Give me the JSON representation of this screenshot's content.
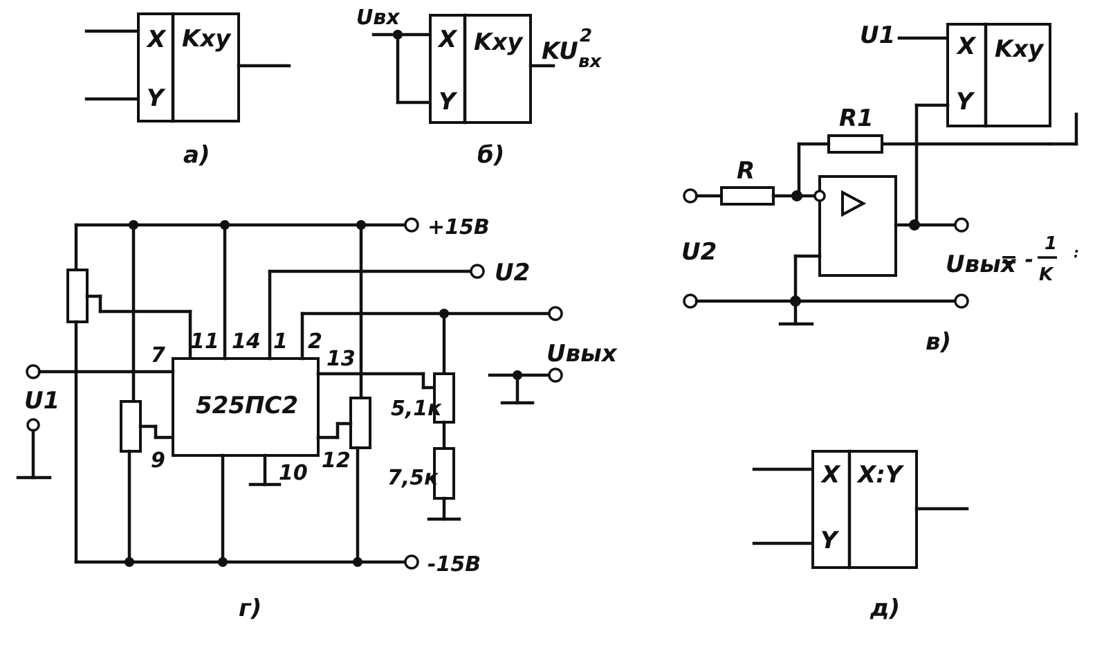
{
  "diagrams": {
    "a": {
      "caption": "а)",
      "input_x": "X",
      "input_y": "Y",
      "function": "Kxy"
    },
    "b": {
      "caption": "б)",
      "input_label": "Uвх",
      "input_x": "X",
      "input_y": "Y",
      "function": "Kxy",
      "output_main": "KU",
      "output_sup": "2",
      "output_sub": "вх"
    },
    "c": {
      "caption": "в)",
      "u1": "U1",
      "u2": "U2",
      "r": "R",
      "r1": "R1",
      "input_x": "X",
      "input_y": "Y",
      "function": "Kxy",
      "uout": "Uвых",
      "formula_eq": "= -",
      "formula_num": "1",
      "formula_den": "K"
    },
    "g": {
      "caption": "г)",
      "chip": "525ПС2",
      "supply_pos": "+15В",
      "supply_neg": "-15В",
      "u1": "U1",
      "u2": "U2",
      "uout": "Uвых",
      "pins": [
        "7",
        "11",
        "14",
        "1",
        "2",
        "13",
        "9",
        "10",
        "12"
      ],
      "res_top": "5,1к",
      "res_bottom": "7,5к"
    },
    "d": {
      "caption": "д)",
      "input_x": "X",
      "input_y": "Y",
      "function": "X:Y"
    }
  }
}
